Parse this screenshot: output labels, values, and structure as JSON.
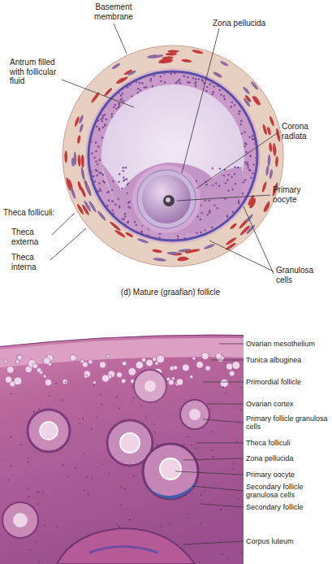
{
  "diagram": {
    "caption": "(d) Mature (graafian) follicle",
    "labels": [
      "Basement membrane",
      "Zona pellucida",
      "Antrum filled with follicular fluid",
      "Corona radiata",
      "Primary oocyte",
      "Theca folliculi:",
      "Theca externa",
      "Theca interna",
      "Granulosa cells",
      "Ovarian mesothelium",
      "Tunica albuginea",
      "Primordial follicle",
      "Ovarian cortex",
      "Primary follicle granulosa cells",
      "Theca folliculi",
      "Zona pellucida",
      "Primary oocyte",
      "Secondary follicle granulosa cells",
      "Secondary follicle",
      "Corpus luteum"
    ]
  }
}
